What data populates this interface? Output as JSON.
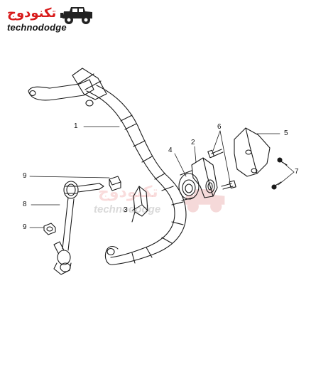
{
  "logo": {
    "arabic_text": "تكنودوج",
    "english_text": "technododge",
    "jeep_icon": "jeep-icon"
  },
  "watermark": {
    "arabic_text": "تكنودوج",
    "english_text": "technododge"
  },
  "callouts": {
    "c1": "1",
    "c2": "2",
    "c3": "3",
    "c4": "4",
    "c5": "5",
    "c6": "6",
    "c7": "7",
    "c8": "8",
    "c9a": "9",
    "c9b": "9"
  },
  "colors": {
    "line": "#1a1a1a",
    "logo_red": "#d81a1a"
  }
}
